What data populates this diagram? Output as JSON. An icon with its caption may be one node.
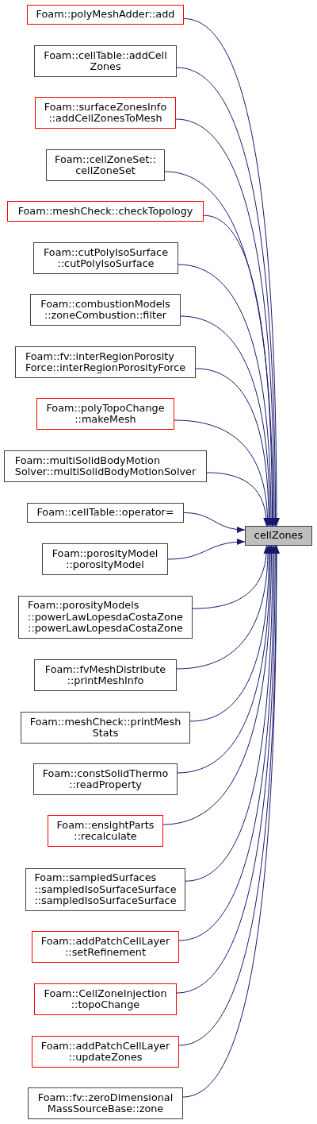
{
  "diagram": {
    "nodes": [
      {
        "text": [
          "Foam::polyMeshAdder::add"
        ]
      },
      {
        "text": [
          "Foam::cellTable::addCell Zones"
        ]
      },
      {
        "text": [
          "Foam::surfaceZonesInfo ::addCellZonesToMesh"
        ]
      },
      {
        "text": [
          "Foam::cellZoneSet:: cellZoneSet"
        ]
      },
      {
        "text": [
          "Foam::meshCheck::checkTopology"
        ]
      },
      {
        "text": [
          "Foam::cutPolyIsoSurface ::cutPolyIsoSurface"
        ]
      },
      {
        "text": [
          "Foam::combustionModels ::zoneCombustion::filter"
        ]
      },
      {
        "text": [
          "Foam::fv::interRegionPorosity Force::interRegionPorosityForce"
        ]
      },
      {
        "text": [
          "Foam::polyTopoChange ::makeMesh"
        ]
      },
      {
        "text": [
          "Foam::multiSolidBodyMotion Solver::multiSolidBodyMotionSolver"
        ]
      },
      {
        "text": [
          "Foam::cellTable::operator="
        ]
      },
      {
        "text": [
          "Foam::porosityModel ::porosityModel"
        ]
      },
      {
        "text": [
          "Foam::porosityModels ::powerLawLopesdaCostaZone ::powerLawLopesdaCostaZone"
        ]
      },
      {
        "text": [
          "Foam::fvMeshDistribute ::printMeshInfo"
        ]
      },
      {
        "text": [
          "Foam::meshCheck::printMesh Stats"
        ]
      },
      {
        "text": [
          "Foam::constSolidThermo ::readProperty"
        ]
      },
      {
        "text": [
          "Foam::ensightParts ::recalculate"
        ]
      },
      {
        "text": [
          "Foam::sampledSurfaces ::sampledIsoSurfaceSurface ::sampledIsoSurfaceSurface"
        ]
      },
      {
        "text": [
          "Foam::addPatchCellLayer ::setRefinement"
        ]
      },
      {
        "text": [
          "Foam::CellZoneInjection ::topoChange"
        ]
      },
      {
        "text": [
          "Foam::addPatchCellLayer ::updateZones"
        ]
      },
      {
        "text": [
          "Foam::fv::zeroDimensional MassSourceBase::zone"
        ]
      },
      {
        "text": [
          "cellZones"
        ]
      }
    ],
    "edges": [
      {
        "from": 0,
        "to": 22,
        "arrow": "to"
      },
      {
        "from": 1,
        "to": 22,
        "arrow": "to"
      },
      {
        "from": 2,
        "to": 22,
        "arrow": "to"
      },
      {
        "from": 3,
        "to": 22,
        "arrow": "to"
      },
      {
        "from": 4,
        "to": 22,
        "arrow": "to"
      },
      {
        "from": 5,
        "to": 22,
        "arrow": "to"
      },
      {
        "from": 6,
        "to": 22,
        "arrow": "to"
      },
      {
        "from": 7,
        "to": 22,
        "arrow": "to"
      },
      {
        "from": 8,
        "to": 22,
        "arrow": "to"
      },
      {
        "from": 9,
        "to": 22,
        "arrow": "to"
      },
      {
        "from": 10,
        "to": 22,
        "arrow": "to"
      },
      {
        "from": 11,
        "to": 22,
        "arrow": "to"
      },
      {
        "from": 12,
        "to": 22,
        "arrow": "to"
      },
      {
        "from": 13,
        "to": 22,
        "arrow": "to"
      },
      {
        "from": 14,
        "to": 22,
        "arrow": "to"
      },
      {
        "from": 15,
        "to": 22,
        "arrow": "to"
      },
      {
        "from": 16,
        "to": 22,
        "arrow": "to"
      },
      {
        "from": 17,
        "to": 22,
        "arrow": "to"
      },
      {
        "from": 18,
        "to": 22,
        "arrow": "to"
      },
      {
        "from": 19,
        "to": 22,
        "arrow": "to"
      },
      {
        "from": 20,
        "to": 22,
        "arrow": "to"
      },
      {
        "from": 21,
        "to": 22,
        "arrow": "to"
      }
    ]
  }
}
